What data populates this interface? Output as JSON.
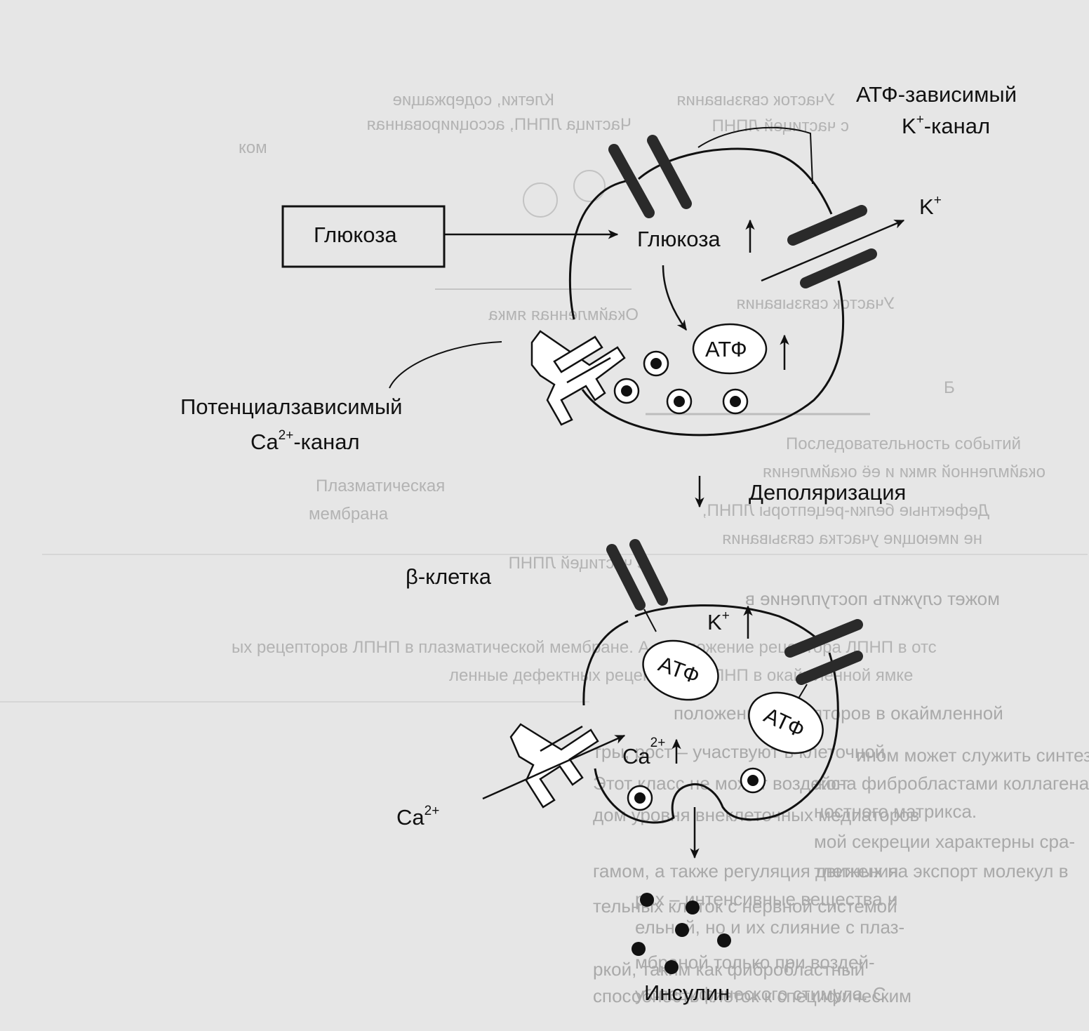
{
  "labels": {
    "glucose_box": "Глюкоза",
    "glucose_in": "Глюкоза",
    "atp_top": "АТФ",
    "atp_low_1": "АТФ",
    "atp_low_2": "АТФ",
    "katp_line1": "АТФ-зависимый",
    "katp_k": "K",
    "katp_k_sup": "+",
    "katp_line2_rest": "-канал",
    "k_out": "K",
    "k_out_sup": "+",
    "k_in": "K",
    "k_in_sup": "+",
    "cachannel_line1": "Потенциалзависимый",
    "cachannel_ca": "Ca",
    "cachannel_sup": "2+",
    "cachannel_line2_rest": "-канал",
    "depolarization": "Деполяризация",
    "beta_cell": "β-клетка",
    "ca_out": "Ca",
    "ca_out_sup": "2+",
    "ca_in": "Ca",
    "ca_in_sup": "2+",
    "insulin": "Инсулин"
  },
  "background_text": [
    "Клетки, содержащие",
    "Частица ЛПНП, ассоциированная",
    "ком",
    "Участок связывания",
    "с частицей ЛПНП",
    "Окаймленная ямка",
    "Участок связывания",
    "Плазматическая",
    "мембрана",
    "Дефектные белки-рецепторы ЛПНП,",
    "не имеющие участка связывания",
    "с частицей ЛПНП",
    "может служить поступление в",
    "ых рецепторов ЛПНП в плазматической мембране. А – положение рецептора ЛПНП в отс",
    "ленные дефектных рецепторов ЛПНП в окаймленной ямке",
    "положение рецепторов в окаймленной",
    "ином может служить синтез и",
    "жона фибробластами коллагена",
    "ностного матрикса.",
    "мой секреции характерны сра-",
    "тлетных на экспорт молекул в",
    "рах – интенсивные вещества и",
    "ельной, но и их слияние с плаз-",
    "тры, рост – участвуют в клеточной",
    "мбраной только при воздей-",
    "Этот класс не может воздейст",
    "у специфического стимула. С",
    "дом уровня внеклеточных медиаторов",
    "гамом, а также регуляция движения",
    "тельных клеток с нервной системой",
    "ркой, таким как фибробластный",
    "способность клеток к специфическим",
    "Последовательность событий",
    "окаймленной ямки и её окаймления",
    "Б"
  ]
}
